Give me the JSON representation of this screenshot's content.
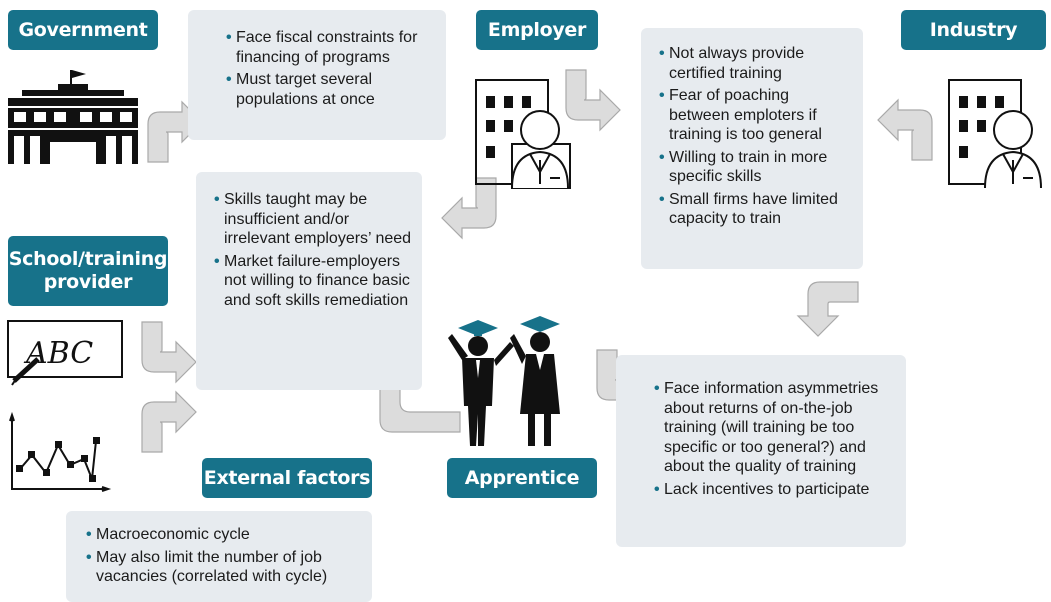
{
  "actors": {
    "government": "Government",
    "employer": "Employer",
    "industry": "Industry",
    "school": "School/training\nprovider",
    "external": "External factors",
    "apprentice": "Apprentice"
  },
  "icons": {
    "government": "government-building-icon",
    "employer": "employer-office-person-icon",
    "industry": "industry-office-person-icon",
    "school": "abc-writing-board-icon",
    "external": "line-chart-icon",
    "apprentice": "graduates-icon"
  },
  "boxes": {
    "government": [
      "Face fiscal constraints for financing of programs",
      "Must target several populations at once"
    ],
    "employer": [
      "Not always provide certified training",
      "Fear of poaching between emploters if training is too general",
      "Willing to train in more specific skills",
      "Small firms have limited capacity to train"
    ],
    "school": [
      "Skills taught may be insufficient and/or irrelevant employers’ need",
      "Market failure-employers not willing to finance basic and soft skills remediation"
    ],
    "apprentice": [
      "Face information asymmetries about returns of on-the-job training (will training be too specific or too general?) and about the quality of training",
      "Lack incentives to participate"
    ],
    "external": [
      "Macroeconomic cycle",
      "May also limit the number of job vacancies (correlated with cycle)"
    ]
  },
  "colors": {
    "tag": "#17728a",
    "box": "#e7ebef",
    "bullet": "#17728a",
    "arrow_fill": "#dcdcdc",
    "arrow_stroke": "#a9a9a9"
  }
}
